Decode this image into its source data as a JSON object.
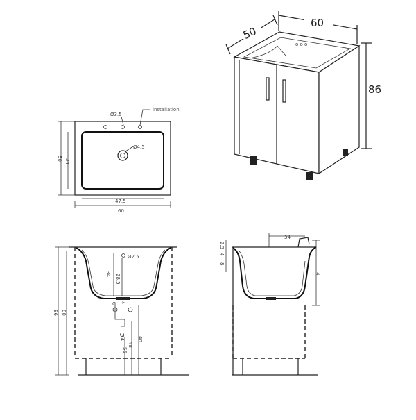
{
  "iso_view": {
    "width_label": "60",
    "depth_label": "50",
    "height_label": "86"
  },
  "top_view": {
    "hole_small_label": "Ø3.5",
    "installation_label": "installation.",
    "drain_label": "Ø4.5",
    "inner_width_label": "47.5",
    "outer_width_label": "60",
    "outer_depth_label": "50",
    "inner_depth_label": "34"
  },
  "front_view": {
    "hole_label": "Ø2.5",
    "basin_depth_label": "34",
    "inner_label": "28.5",
    "trap_labels": [
      "40",
      "48",
      "55",
      "34"
    ],
    "height_outer_label": "86",
    "height_inner_label": "80"
  },
  "side_view": {
    "top_width_label": "34",
    "left_top_label": "2.5",
    "left_mid_label": "4",
    "left_low_label": "8",
    "right_depth_label": "4"
  }
}
